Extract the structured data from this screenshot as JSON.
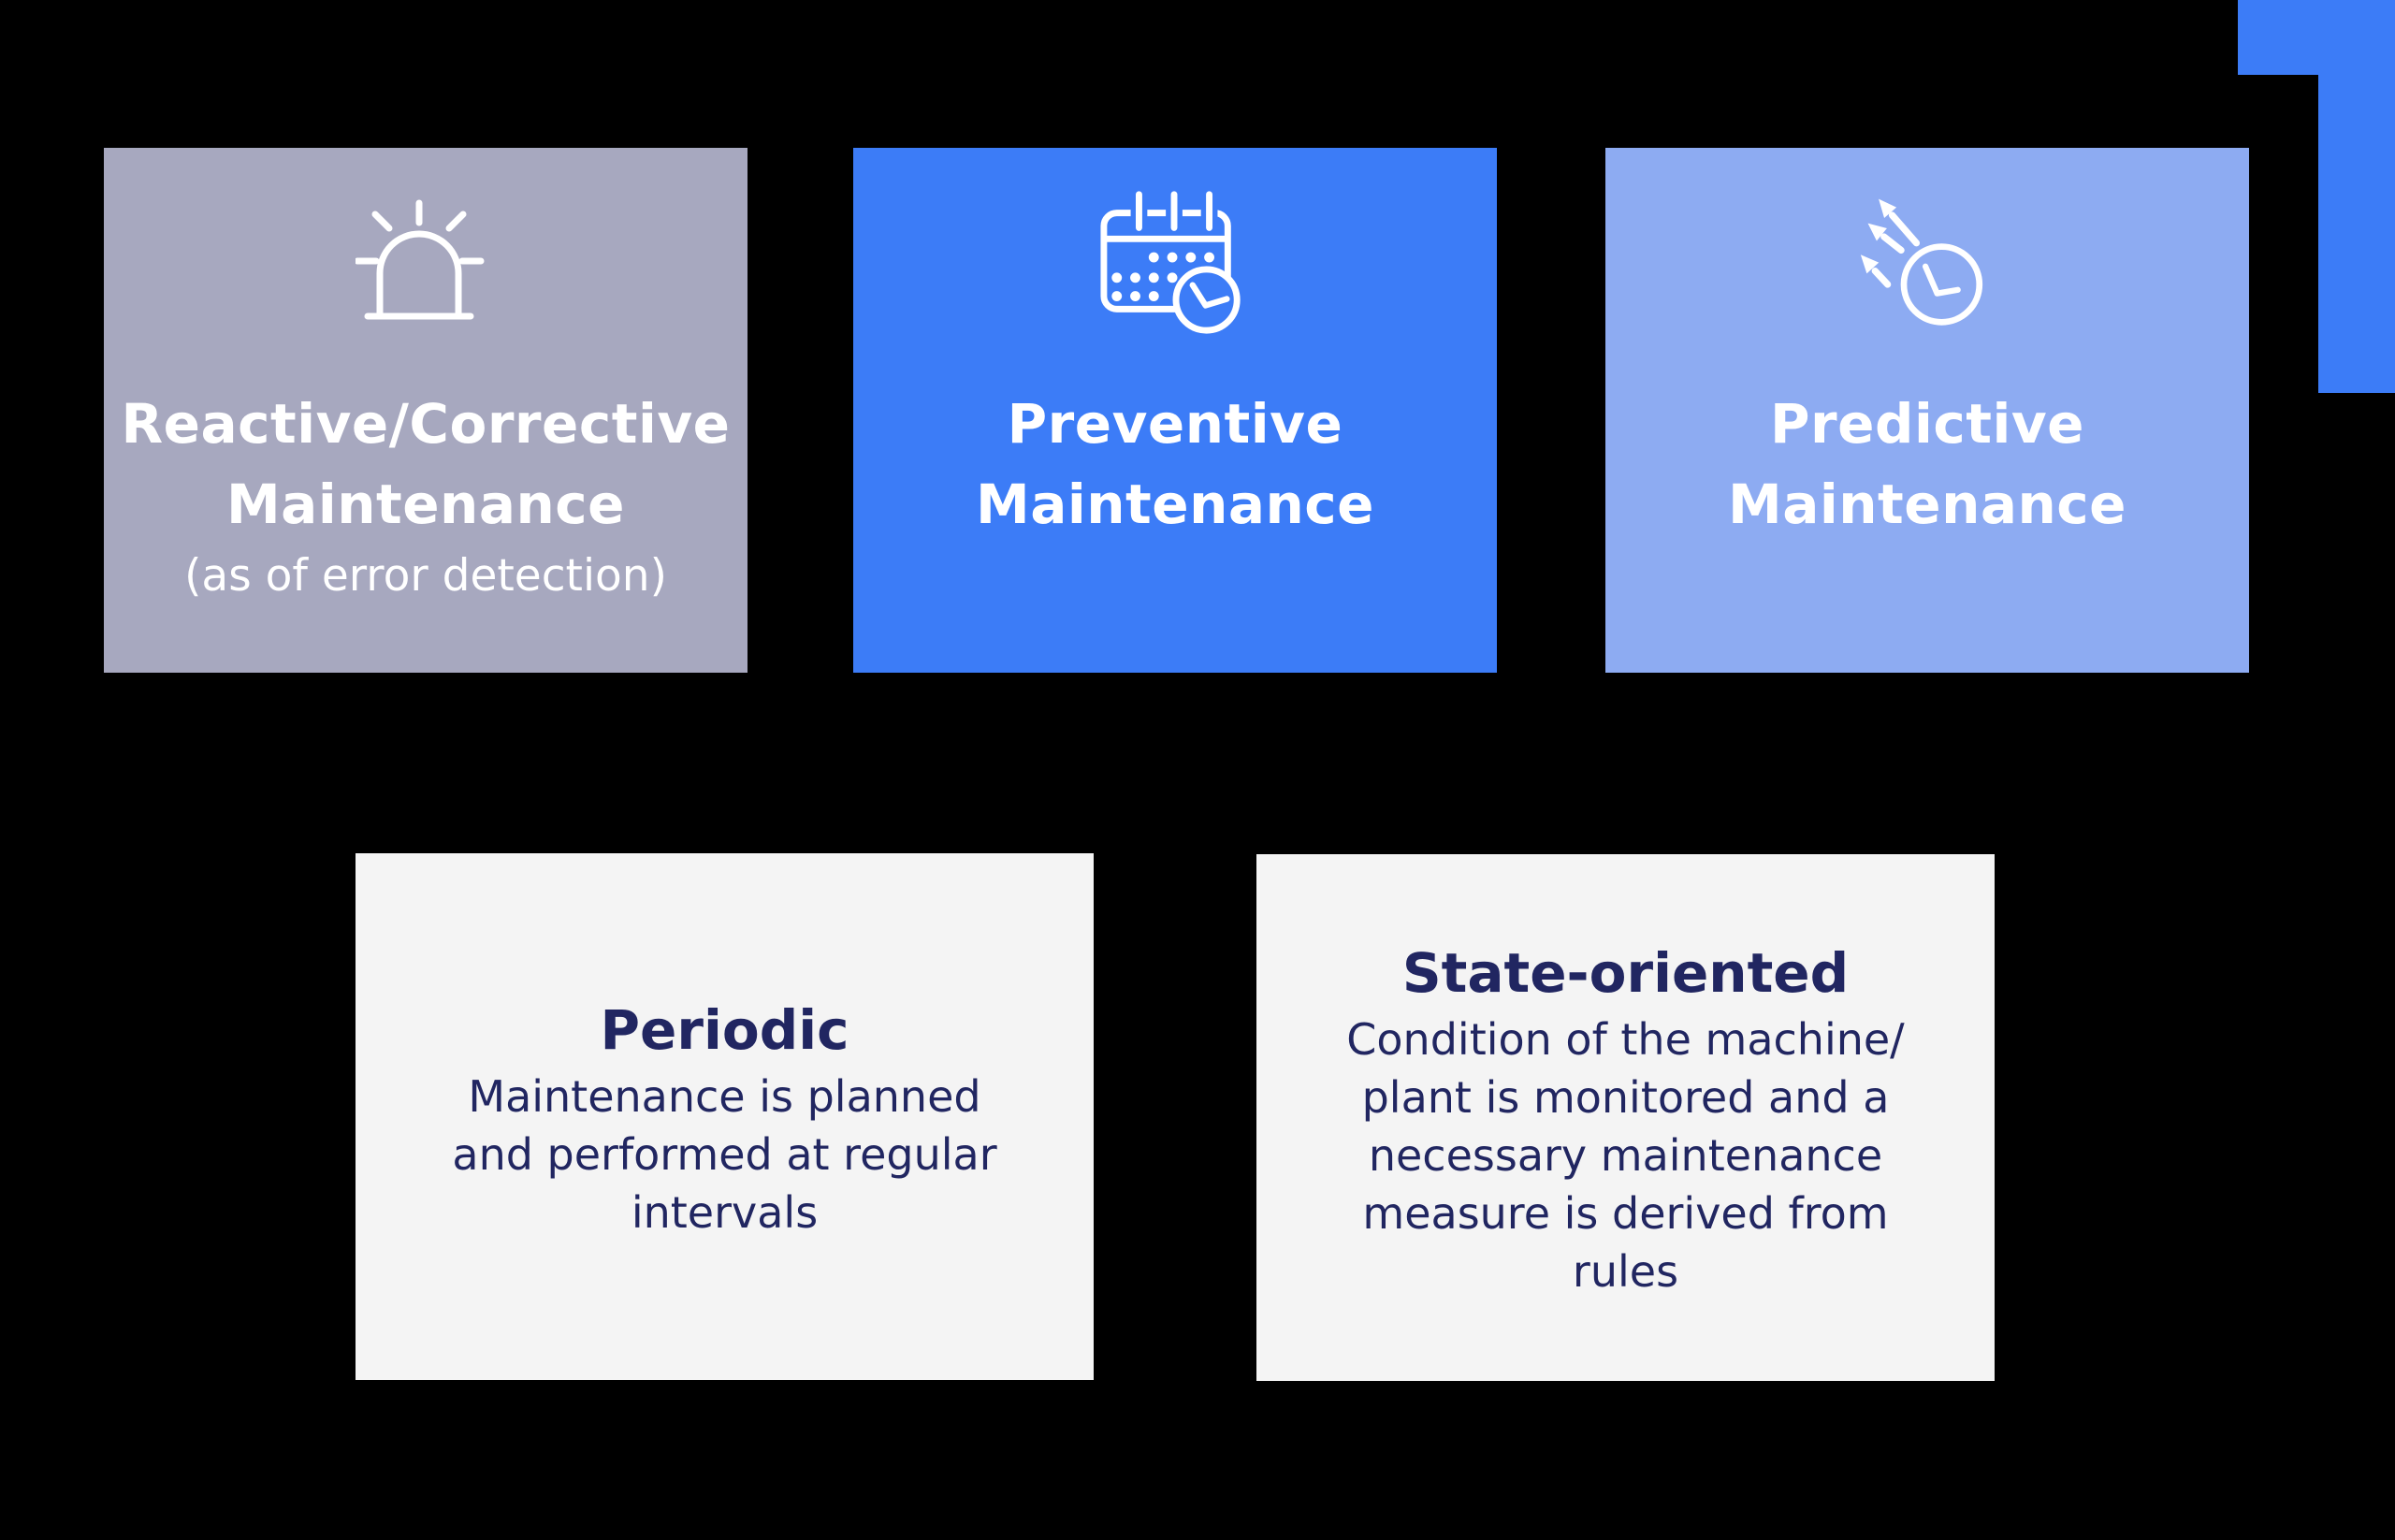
{
  "background_color": "#000000",
  "decor": {
    "corner_color": "#3C7CF7"
  },
  "cards": {
    "reactive": {
      "bg": "#A7A8BF",
      "text_color": "#FFFFFF",
      "icon": "siren-icon",
      "title_line1": "Reactive/Corrective",
      "title_line2": "Maintenance",
      "subtitle": "(as of error detection)"
    },
    "preventive": {
      "bg": "#3C7CF7",
      "text_color": "#FFFFFF",
      "icon": "calendar-clock-icon",
      "title_line1": "Preventive",
      "title_line2": "Maintenance"
    },
    "predictive": {
      "bg": "#8DABF2",
      "text_color": "#FFFFFF",
      "icon": "clock-trend-arrows-icon",
      "title_line1": "Predictive",
      "title_line2": "Maintenance"
    },
    "periodic": {
      "bg": "#F4F4F4",
      "text_color": "#212661",
      "title": "Periodic",
      "body_lines": [
        "Maintenance is planned",
        "and performed at regular",
        "intervals"
      ]
    },
    "state_oriented": {
      "bg": "#F4F4F4",
      "text_color": "#212661",
      "title": "State-oriented",
      "body_lines": [
        "Condition of the machine/",
        "plant is monitored and a",
        "necessary maintenance",
        "measure is derived from",
        "rules"
      ]
    }
  }
}
